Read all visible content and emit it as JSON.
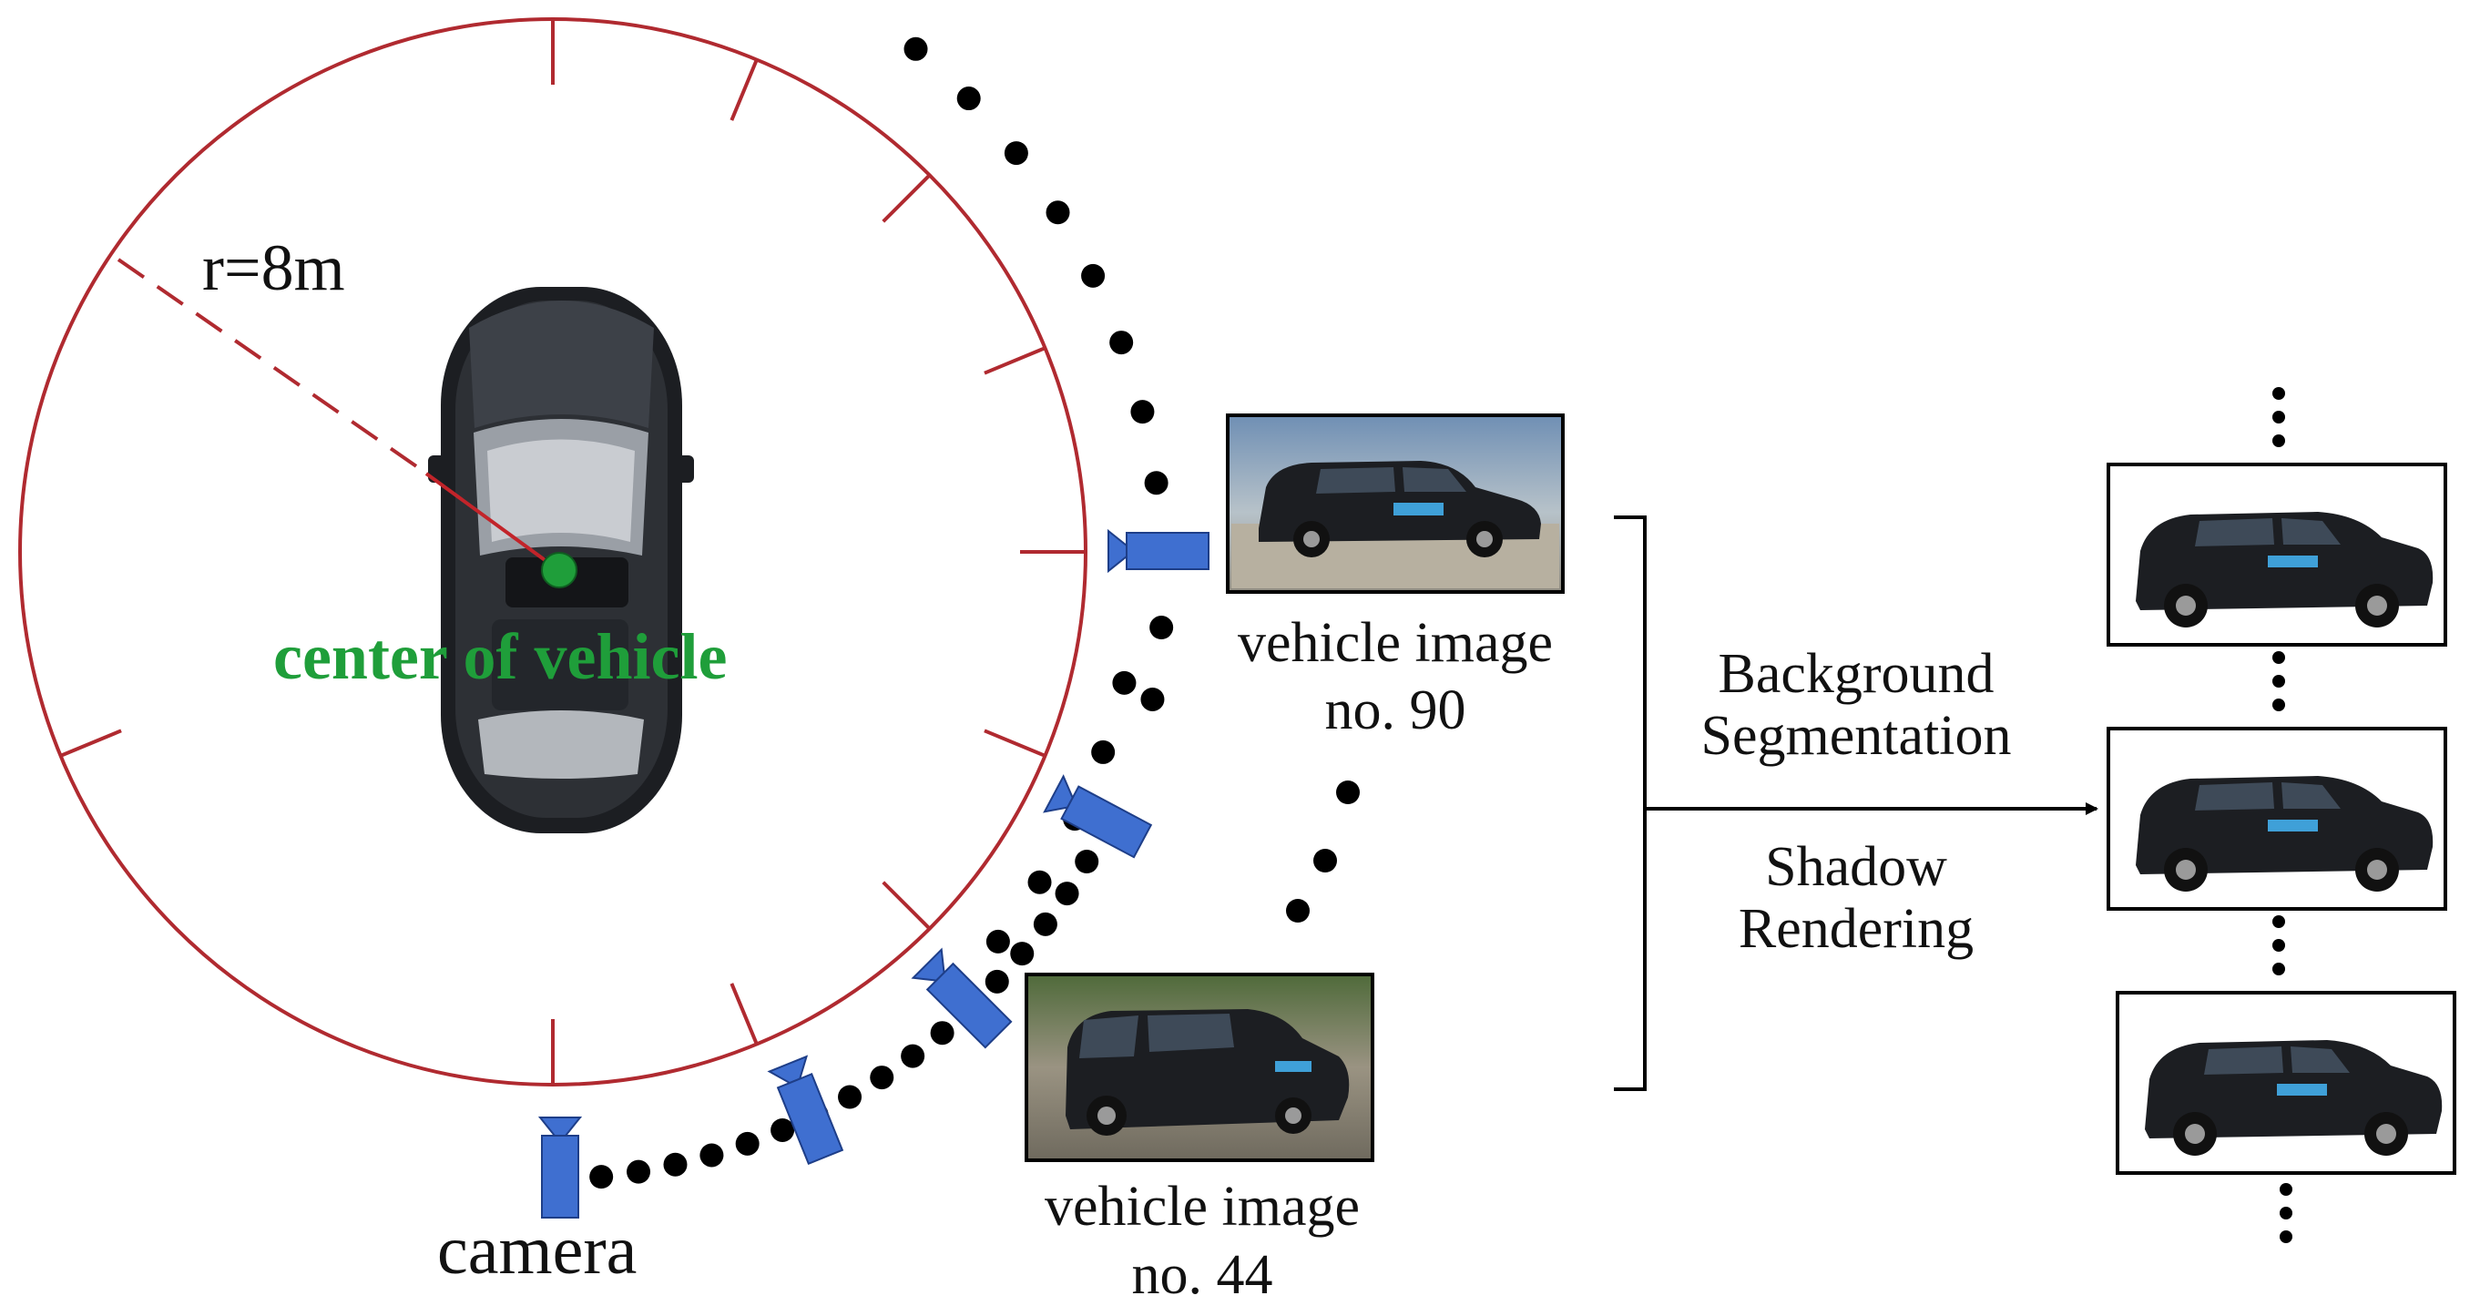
{
  "labels": {
    "radius": "r=8m",
    "center": "center of vehicle",
    "camera": "camera",
    "image90_line1": "vehicle image",
    "image90_line2": "no. 90",
    "image44_line1": "vehicle image",
    "image44_line2": "no. 44",
    "process1_line1": "Background",
    "process1_line2": "Segmentation",
    "process2_line1": "Shadow",
    "process2_line2": "Rendering"
  },
  "colors": {
    "circle": "#b02a30",
    "center_label": "#1f9e3a",
    "camera": "#3f6fd0",
    "dots": "#000000",
    "vehicle_body": "#1c1e22"
  }
}
